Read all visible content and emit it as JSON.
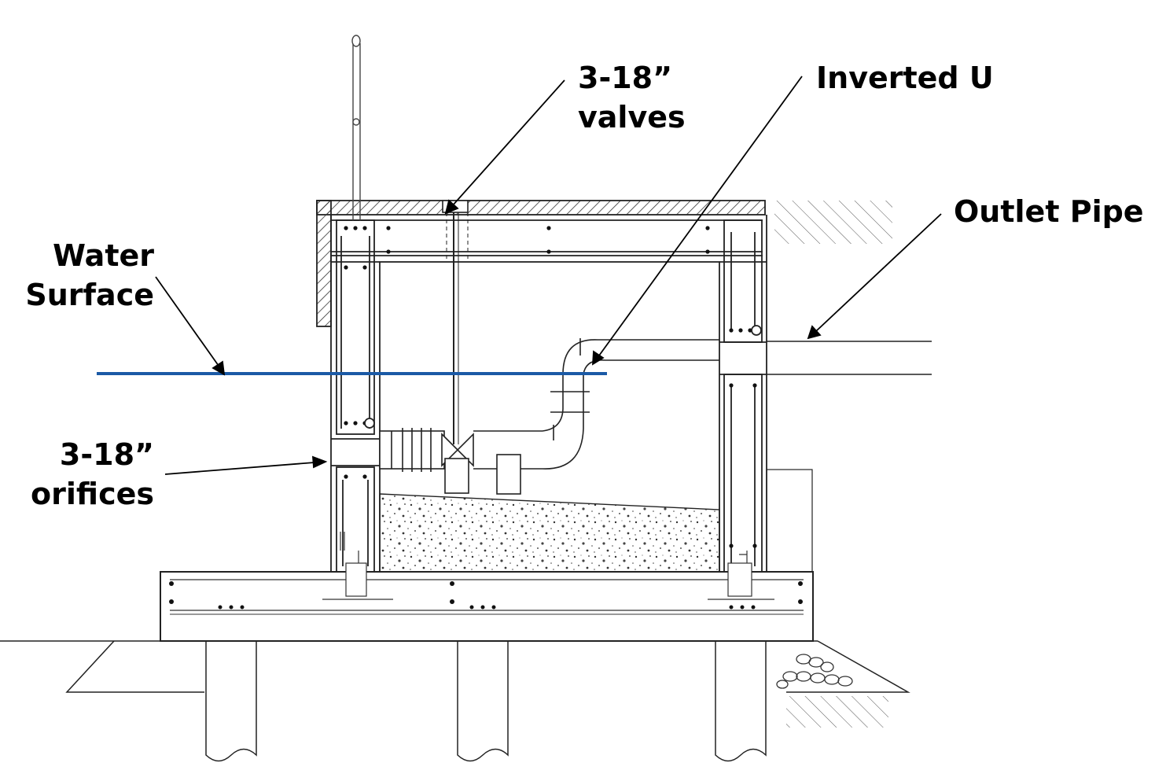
{
  "labels": {
    "valves": {
      "line1": "3-18”",
      "line2": "valves"
    },
    "inverted_u": {
      "line1": "Inverted U"
    },
    "outlet_pipe": {
      "line1": "Outlet Pipe"
    },
    "water_surface": {
      "line1": "Water",
      "line2": "Surface"
    },
    "orifices": {
      "line1": "3-18”",
      "line2": "orifices"
    }
  },
  "colors": {
    "water_line": "#1b5aa6",
    "ink": "#1a1a1a",
    "background": "#ffffff"
  }
}
